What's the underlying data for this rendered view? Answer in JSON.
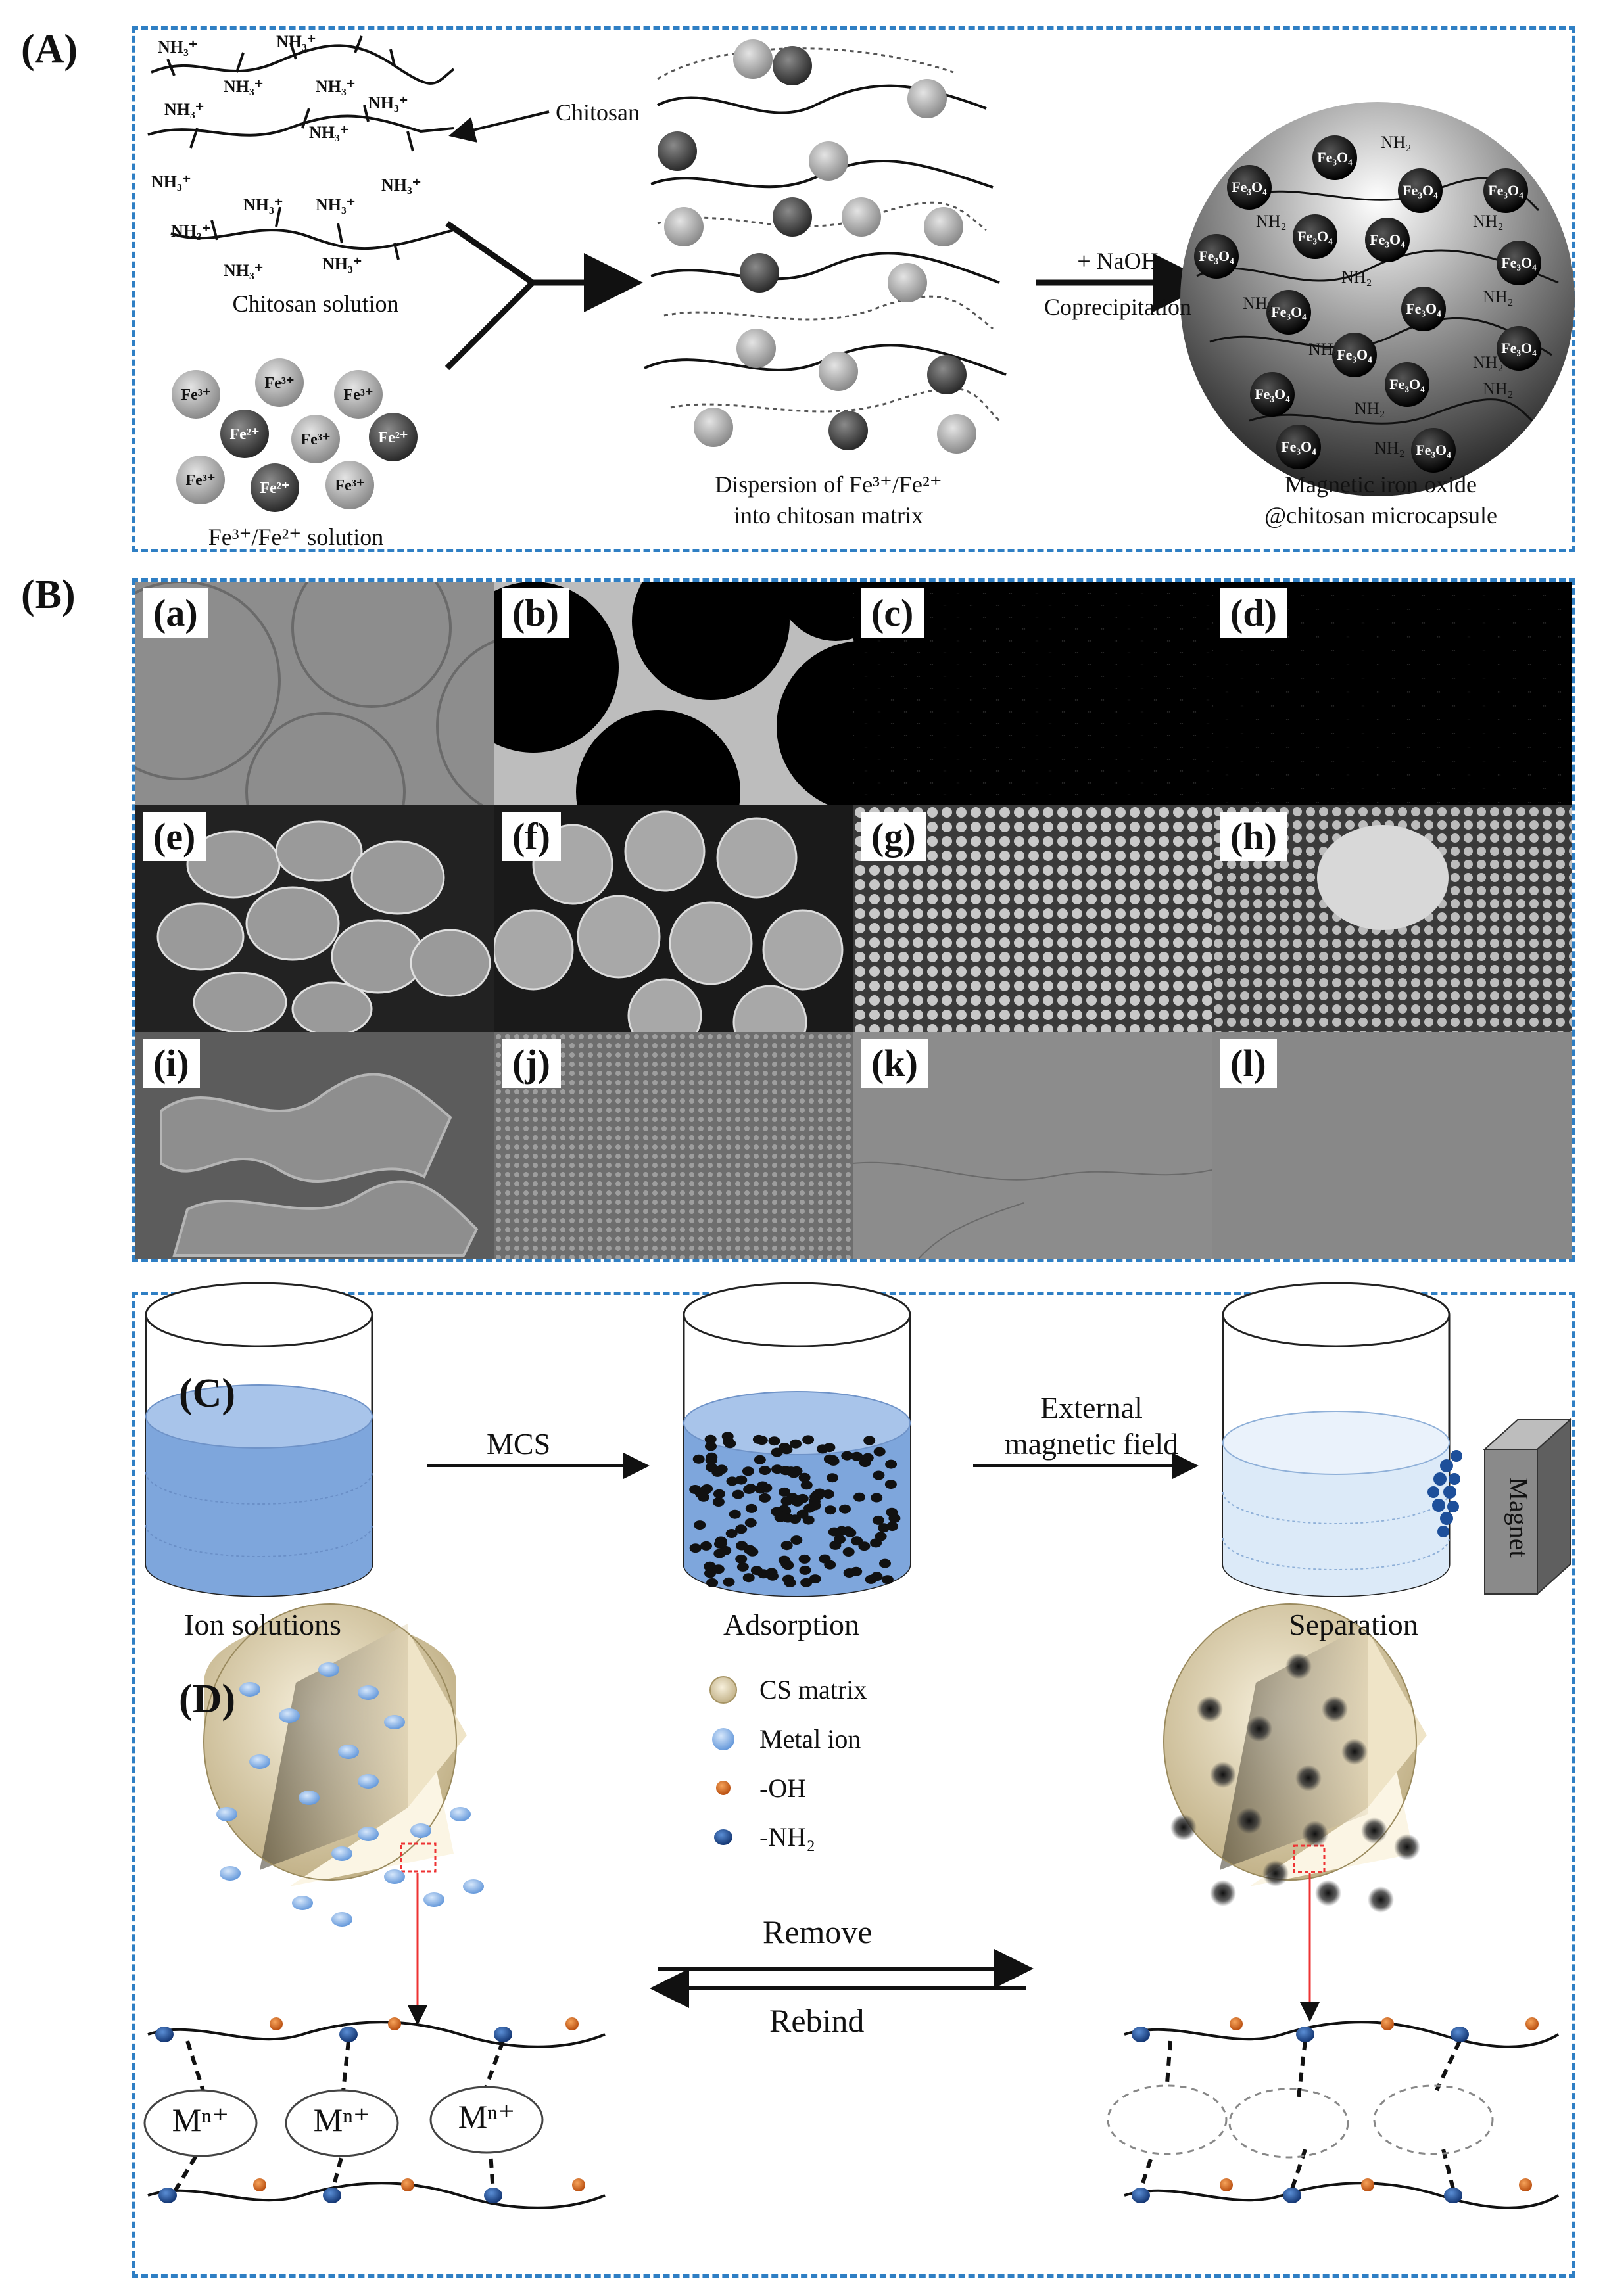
{
  "panels": {
    "A": {
      "label": "(A)",
      "chitosan_label": "Chitosan",
      "chitosan_solution": "Chitosan solution",
      "fe_solution": "Fe³⁺/Fe²⁺ solution",
      "dispersion_line1": "Dispersion of Fe³⁺/Fe²⁺",
      "dispersion_line2": "into chitosan matrix",
      "naoh": "+ NaOH",
      "coprecipitation": "Coprecipitation",
      "product_line1": "Magnetic iron oxide",
      "product_line2": "@chitosan microcapsule",
      "nh3": "NH₃⁺",
      "nh2": "NH₂",
      "fe3": "Fe³⁺",
      "fe2": "Fe²⁺",
      "fe3o4": "Fe₃O₄"
    },
    "B": {
      "label": "(B)",
      "tiles": [
        "(a)",
        "(b)",
        "(c)",
        "(d)",
        "(e)",
        "(f)",
        "(g)",
        "(h)",
        "(i)",
        "(j)",
        "(k)",
        "(l)"
      ]
    },
    "C": {
      "label": "(C)",
      "mcs": "MCS",
      "external_line1": "External",
      "external_line2": "magnetic field",
      "magnet": "Magnet",
      "ion_solutions": "Ion solutions",
      "adsorption": "Adsorption",
      "separation": "Separation"
    },
    "D": {
      "label": "(D)",
      "legend": {
        "cs_matrix": "CS matrix",
        "metal_ion": "Metal ion",
        "oh": "-OH",
        "nh2": "-NH₂"
      },
      "remove": "Remove",
      "rebind": "Rebind",
      "metal": "Mⁿ⁺"
    }
  },
  "colors": {
    "box_border": "#2f7fc4",
    "liquid": "#7ea6dc",
    "liquid_light": "#dceaf8",
    "metal_ion": "#8fb8ea",
    "oh": "#e06a1c",
    "nh2": "#1d4f9a",
    "cs_matrix": "#e9dfc4"
  }
}
